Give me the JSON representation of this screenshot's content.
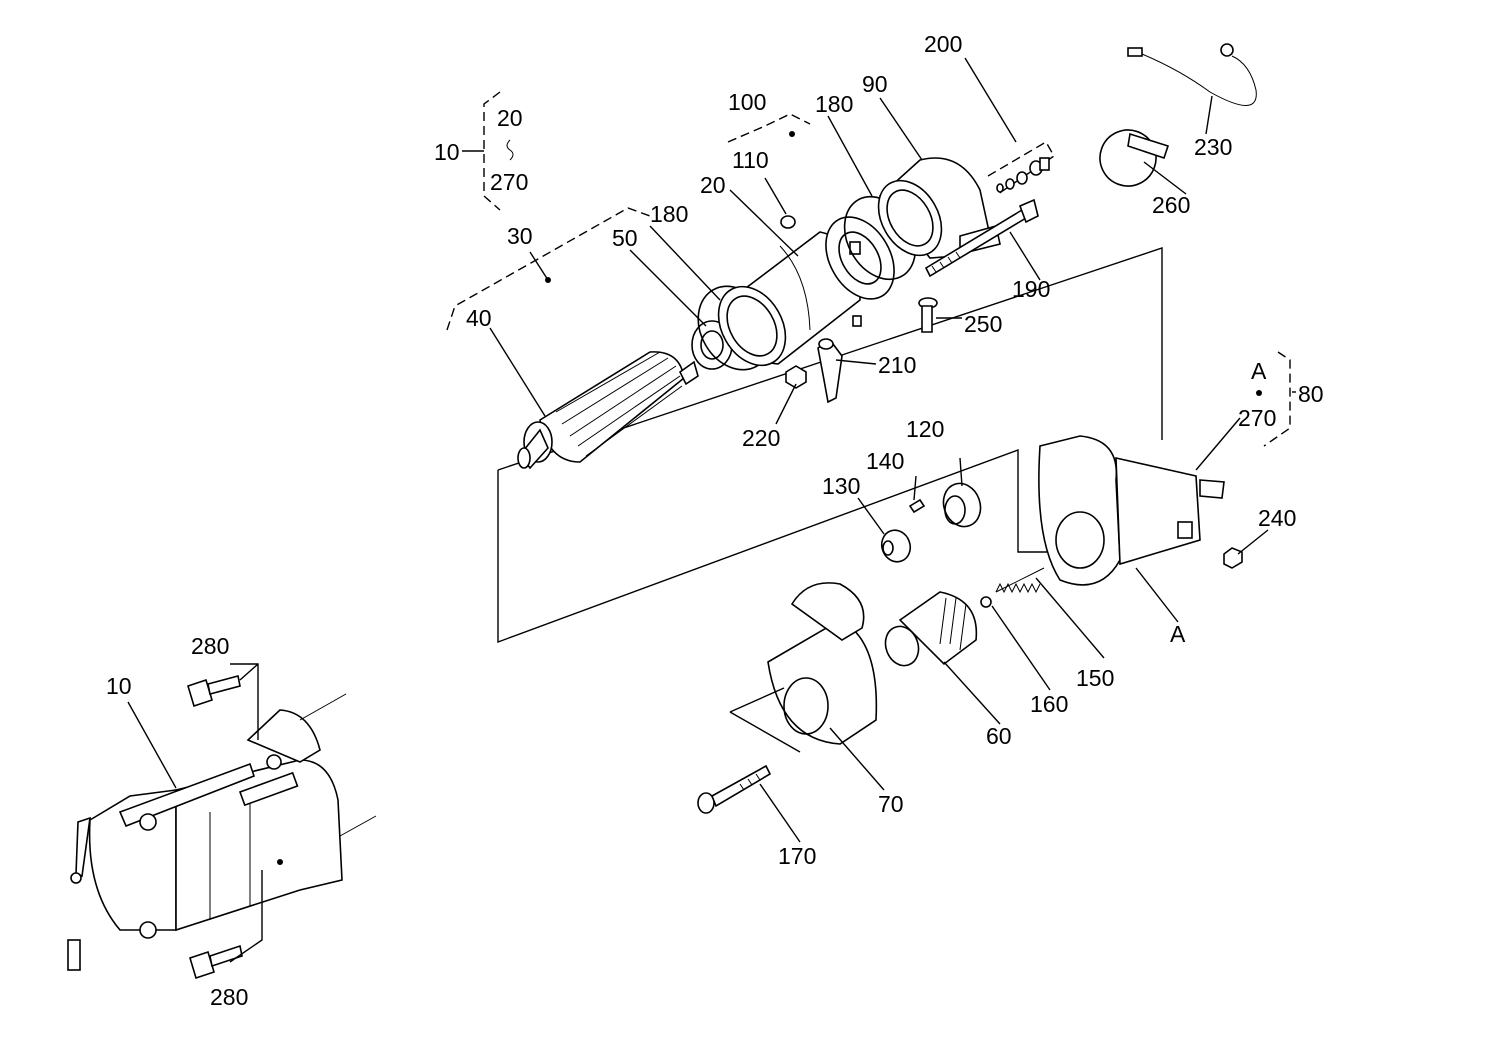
{
  "labels": {
    "l10_group": "10",
    "l20_group": "20",
    "l270_group": "270",
    "l30": "30",
    "l180_a": "180",
    "l50": "50",
    "l40": "40",
    "l100": "100",
    "l110": "110",
    "l20": "20",
    "l180_b": "180",
    "l90": "90",
    "l200": "200",
    "l230": "230",
    "l260": "260",
    "l190": "190",
    "l250": "250",
    "l210": "210",
    "l220": "220",
    "lA_top": "A",
    "l80": "80",
    "l270": "270",
    "l120": "120",
    "l140": "140",
    "l130": "130",
    "l240": "240",
    "lA": "A",
    "l150": "150",
    "l160": "160",
    "l60": "60",
    "l70": "70",
    "l170": "170",
    "l280_top": "280",
    "l10": "10",
    "l280_bottom": "280"
  }
}
